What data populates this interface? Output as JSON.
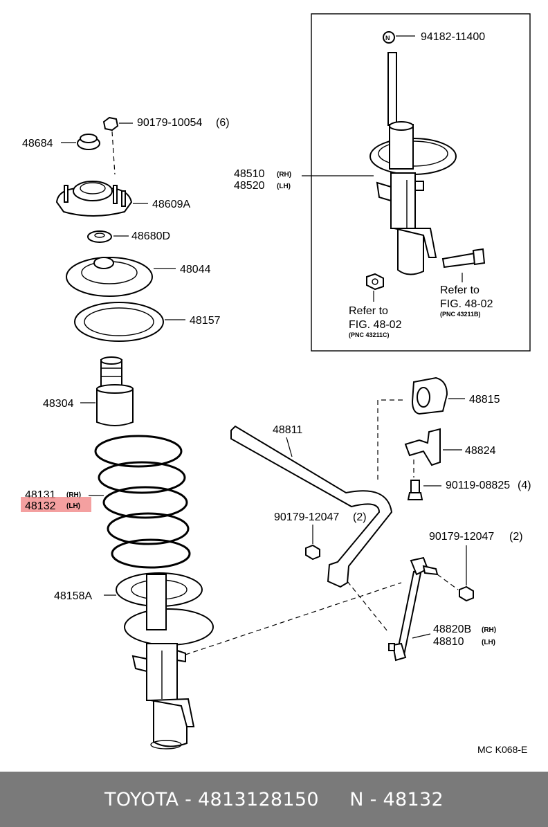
{
  "diagram": {
    "code": "MC K068-E",
    "labels": {
      "p94182": "94182-11400",
      "p48510": "48510",
      "p48510_side": "(RH)",
      "p48520": "48520",
      "p48520_side": "(LH)",
      "refer_left": "Refer to",
      "fig_left": "FIG. 48-02",
      "pnc_left": "(PNC 43211C)",
      "refer_right": "Refer to",
      "fig_right": "FIG. 48-02",
      "pnc_right": "(PNC 43211B)",
      "p90179_10054": "90179-10054",
      "p90179_10054_qty": "(6)",
      "p48684": "48684",
      "p48609A": "48609A",
      "p48680D": "48680D",
      "p48044": "48044",
      "p48157": "48157",
      "p48304": "48304",
      "p48131": "48131",
      "p48131_side": "(RH)",
      "p48132": "48132",
      "p48132_side": "(LH)",
      "p48158A": "48158A",
      "p48811": "48811",
      "p48815": "48815",
      "p48824": "48824",
      "p90119": "90119-08825",
      "p90119_qty": "(4)",
      "p90179_12047_a": "90179-12047",
      "p90179_12047_a_qty": "(2)",
      "p90179_12047_b": "90179-12047",
      "p90179_12047_b_qty": "(2)",
      "p48820B": "48820B",
      "p48820B_side": "(RH)",
      "p48810": "48810",
      "p48810_side": "(LH)",
      "n_symbol": "N"
    },
    "highlight_color": "#f08080"
  },
  "footer": {
    "text": "TOYOTA - 4813128150     N - 48132"
  }
}
